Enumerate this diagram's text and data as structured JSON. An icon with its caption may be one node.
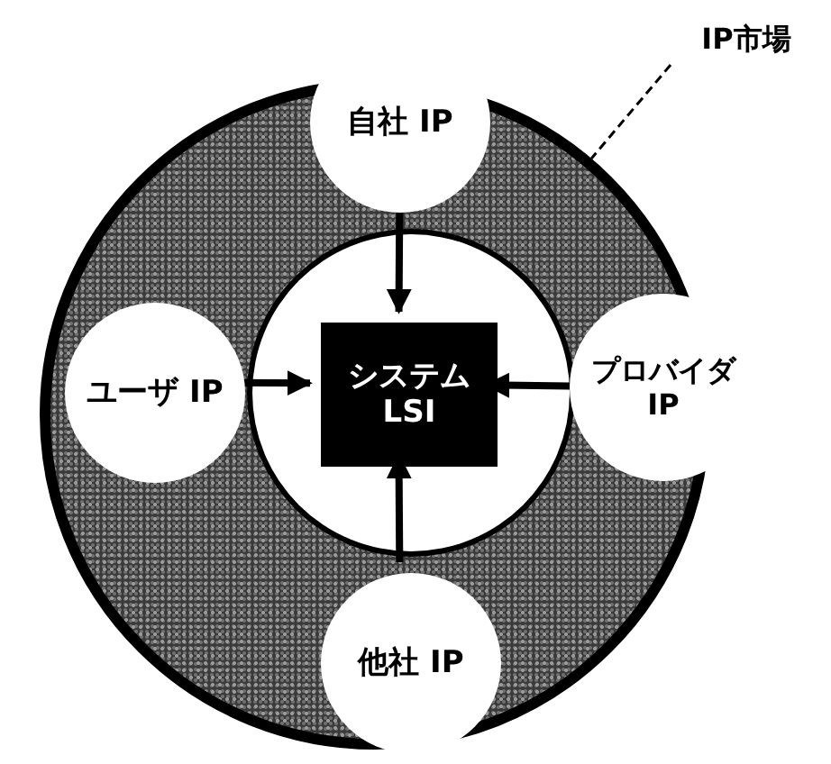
{
  "diagram": {
    "nodes": [
      {
        "text": [],
        "shape": "circle"
      },
      {
        "text": [
          "自社 IP"
        ]
      },
      {
        "text": [
          "ユーザ IP"
        ],
        "in": 0
      },
      {
        "text": [
          "システム LSI"
        ],
        "in": 0
      },
      {
        "text": [
          "プロバイダ IP"
        ]
      },
      {
        "text": [
          "他社 IP"
        ],
        "in": 0
      },
      {
        "text": [
          "IP市場"
        ]
      }
    ],
    "edges": [
      {
        "from": 1,
        "to": 3,
        "arrow": "to"
      },
      {
        "from": 2,
        "to": 3,
        "arrow": "to"
      },
      {
        "from": 4,
        "to": 3,
        "arrow": "to"
      },
      {
        "from": 5,
        "to": 3,
        "arrow": "to"
      },
      {
        "from": 6,
        "to": 0,
        "arrow": "none",
        "style": "dashed"
      }
    ]
  }
}
